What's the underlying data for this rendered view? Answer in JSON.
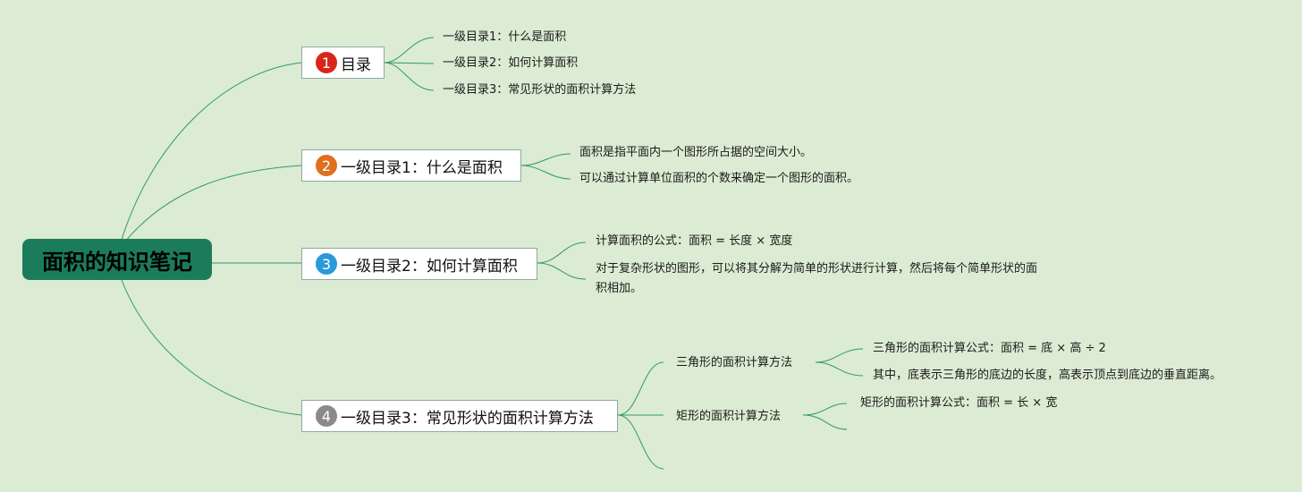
{
  "root": "面积的知识笔记",
  "colors": {
    "background": "#dcebd3",
    "root": "#1b7c5c",
    "line": "#2e9a6c",
    "badge_1": "#d9261c",
    "badge_2": "#e0701e",
    "badge_3": "#2a9ad8",
    "badge_4": "#8a8a8a"
  },
  "branches": [
    {
      "badge": "1",
      "label": "目录",
      "children": [
        "一级目录1：什么是面积",
        "一级目录2：如何计算面积",
        "一级目录3：常见形状的面积计算方法"
      ]
    },
    {
      "badge": "2",
      "label": "一级目录1：什么是面积",
      "children": [
        "面积是指平面内一个图形所占据的空间大小。",
        "可以通过计算单位面积的个数来确定一个图形的面积。"
      ]
    },
    {
      "badge": "3",
      "label": "一级目录2：如何计算面积",
      "children": [
        "计算面积的公式：面积 = 长度 × 宽度",
        "对于复杂形状的图形，可以将其分解为简单的形状进行计算，然后将每个简单形状的面积相加。"
      ]
    },
    {
      "badge": "4",
      "label": "一级目录3：常见形状的面积计算方法",
      "subtopics": [
        {
          "label": "三角形的面积计算方法",
          "children": [
            "三角形的面积计算公式：面积 = 底 × 高 ÷ 2",
            "其中，底表示三角形的底边的长度，高表示顶点到底边的垂直距离。"
          ]
        },
        {
          "label": "矩形的面积计算方法",
          "children": [
            "矩形的面积计算公式：面积 = 长 × 宽"
          ]
        }
      ]
    }
  ]
}
